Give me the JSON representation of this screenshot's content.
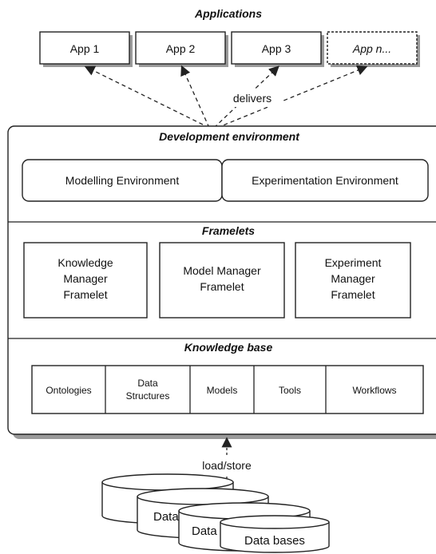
{
  "title": "Applications",
  "apps": [
    "App 1",
    "App 2",
    "App 3",
    "App n..."
  ],
  "delivers_label": "delivers",
  "dev_env": {
    "title": "Development environment",
    "items": [
      "Modelling Environment",
      "Experimentation Environment"
    ]
  },
  "framelets": {
    "title": "Framelets",
    "items": [
      [
        "Knowledge",
        "Manager",
        "Framelet"
      ],
      [
        "Model Manager",
        "Framelet"
      ],
      [
        "Experiment",
        "Manager",
        "Framelet"
      ]
    ]
  },
  "knowledge_base": {
    "title": "Knowledge base",
    "items": [
      [
        "Ontologies"
      ],
      [
        "Data",
        "Structures"
      ],
      [
        "Models"
      ],
      [
        "Tools"
      ],
      [
        "Workflows"
      ]
    ]
  },
  "load_store_label": "load/store",
  "databases": [
    "Data",
    "Data b",
    "Data bases"
  ]
}
